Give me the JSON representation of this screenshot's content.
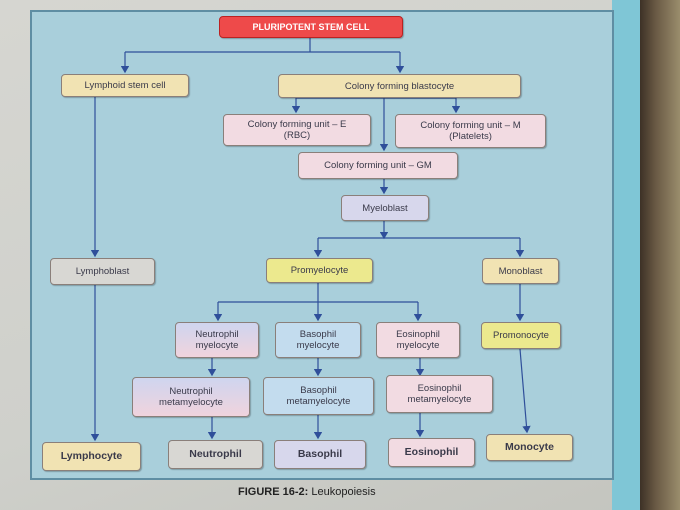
{
  "title": "PLURIPOTENT STEM CELL",
  "nodes": {
    "lymphoid_stem_cell": "Lymphoid stem cell",
    "colony_forming_blastocyte": "Colony forming blastocyte",
    "cfu_e_line1": "Colony forming unit – E",
    "cfu_e_line2": "(RBC)",
    "cfu_m_line1": "Colony forming unit – M",
    "cfu_m_line2": "(Platelets)",
    "cfu_gm": "Colony forming unit – GM",
    "myeloblast": "Myeloblast",
    "lymphoblast": "Lymphoblast",
    "promyelocyte": "Promyelocyte",
    "monoblast": "Monoblast",
    "neutrophil_myelocyte_line1": "Neutrophil",
    "neutrophil_myelocyte_line2": "myelocyte",
    "basophil_myelocyte_line1": "Basophil",
    "basophil_myelocyte_line2": "myelocyte",
    "eosinophil_myelocyte_line1": "Eosinophil",
    "eosinophil_myelocyte_line2": "myelocyte",
    "promonocyte": "Promonocyte",
    "neutrophil_metamyelocyte_line1": "Neutrophil",
    "neutrophil_metamyelocyte_line2": "metamyelocyte",
    "basophil_metamyelocyte_line1": "Basophil",
    "basophil_metamyelocyte_line2": "metamyelocyte",
    "eosinophil_metamyelocyte_line1": "Eosinophil",
    "eosinophil_metamyelocyte_line2": "metamyelocyte",
    "lymphocyte": "Lymphocyte",
    "neutrophil": "Neutrophil",
    "basophil": "Basophil",
    "eosinophil": "Eosinophil",
    "monocyte": "Monocyte"
  },
  "caption": {
    "label": "FIGURE 16-2:",
    "text": "Leukopoiesis"
  },
  "colors": {
    "panel": "#a9cfdb",
    "title_box": "#ee4a4a",
    "arrow": "#2f4f9a"
  }
}
